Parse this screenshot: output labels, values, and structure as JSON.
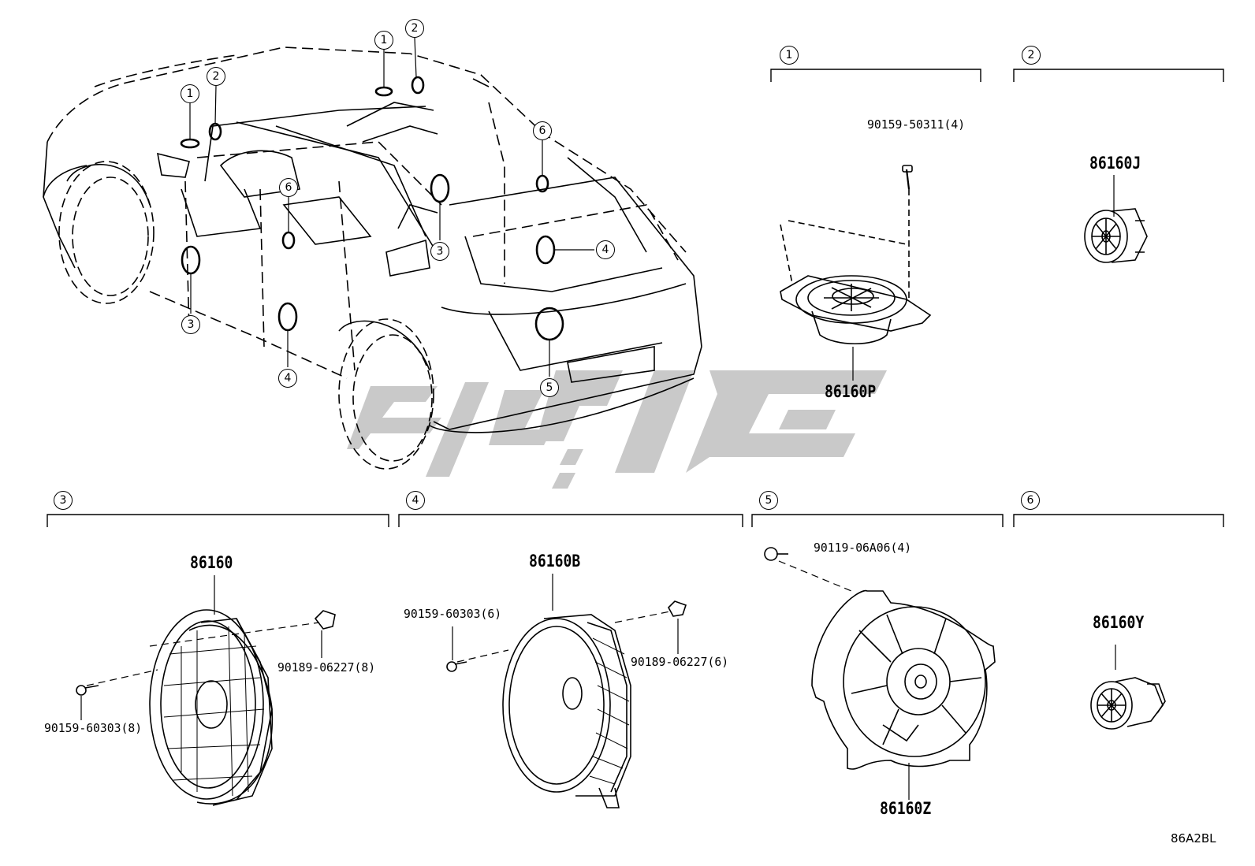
{
  "callouts": [
    "1",
    "2",
    "3",
    "4",
    "5",
    "6"
  ],
  "vehicle_callouts": {
    "c1a": "1",
    "c2a": "2",
    "c1b": "1",
    "c2b": "2",
    "c6a": "6",
    "c6b": "6",
    "c3a": "3",
    "c3b": "3",
    "c4a": "4",
    "c4b": "4",
    "c5": "5"
  },
  "sections": [
    {
      "id": "1",
      "parts": {
        "main": "86160P",
        "sub": [
          "90159-50311(4)"
        ]
      }
    },
    {
      "id": "2",
      "parts": {
        "main": "86160J",
        "sub": []
      }
    },
    {
      "id": "3",
      "parts": {
        "main": "86160",
        "sub": [
          "90189-06227(8)",
          "90159-60303(8)"
        ]
      }
    },
    {
      "id": "4",
      "parts": {
        "main": "86160B",
        "sub": [
          "90159-60303(6)",
          "90189-06227(6)"
        ]
      }
    },
    {
      "id": "5",
      "parts": {
        "main": "86160Z",
        "sub": [
          "90119-06A06(4)"
        ]
      }
    },
    {
      "id": "6",
      "parts": {
        "main": "86160Y",
        "sub": []
      }
    }
  ],
  "diagram_code": "86A2BL",
  "colors": {
    "line": "#000000",
    "watermark": "#c8c8c8",
    "background": "#ffffff"
  }
}
